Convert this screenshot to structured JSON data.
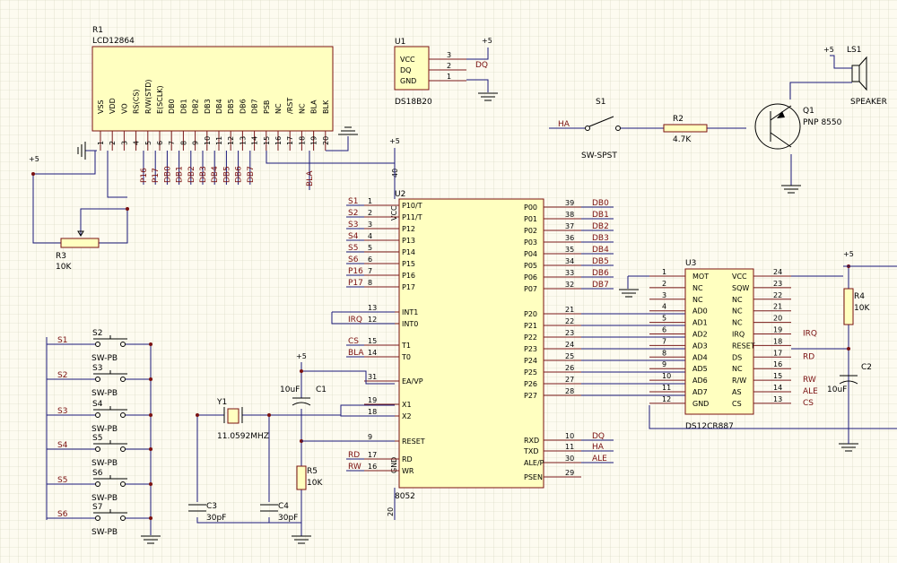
{
  "r1": {
    "ref": "R1",
    "part": "LCD12864",
    "pins": [
      "VSS",
      "VDD",
      "VO",
      "RS(CS)",
      "R/W(STD)",
      "E(SCLK)",
      "DB0",
      "DB1",
      "DB2",
      "DB3",
      "DB4",
      "DB5",
      "DB6",
      "DB7",
      "PSB",
      "NC",
      "/RST",
      "NC",
      "BLA",
      "BLK"
    ],
    "nums": [
      "1",
      "2",
      "3",
      "4",
      "5",
      "6",
      "7",
      "8",
      "9",
      "10",
      "11",
      "12",
      "13",
      "14",
      "15",
      "16",
      "17",
      "18",
      "19",
      "20"
    ],
    "nets": [
      "P16",
      "P17",
      "DB0",
      "DB1",
      "DB2",
      "DB3",
      "DB4",
      "DB5",
      "DB6",
      "DB7"
    ],
    "bla": "BLA"
  },
  "u1": {
    "ref": "U1",
    "part": "DS18B20",
    "pins": [
      "VCC",
      "DQ",
      "GND"
    ],
    "nums": [
      "3",
      "2",
      "1"
    ],
    "net": "DQ"
  },
  "s1": {
    "ref": "S1",
    "part": "SW-SPST",
    "net": "HA"
  },
  "r2": {
    "ref": "R2",
    "val": "4.7K"
  },
  "q1": {
    "ref": "Q1",
    "part": "PNP 8550"
  },
  "ls1": {
    "ref": "LS1",
    "part": "SPEAKER"
  },
  "pwr": "+5",
  "r3": {
    "ref": "R3",
    "val": "10K"
  },
  "u2": {
    "ref": "U2",
    "part": "8052",
    "left_pins": [
      {
        "num": "1",
        "name": "P10/T",
        "net": "S1"
      },
      {
        "num": "2",
        "name": "P11/T",
        "net": "S2"
      },
      {
        "num": "3",
        "name": "P12",
        "net": "S3"
      },
      {
        "num": "4",
        "name": "P13",
        "net": "S4"
      },
      {
        "num": "5",
        "name": "P14",
        "net": "S5"
      },
      {
        "num": "6",
        "name": "P15",
        "net": "S6"
      },
      {
        "num": "7",
        "name": "P16",
        "net": "P16"
      },
      {
        "num": "8",
        "name": "P17",
        "net": "P17"
      },
      {
        "num": "13",
        "name": "INT1",
        "net": ""
      },
      {
        "num": "12",
        "name": "INT0",
        "net": "IRQ"
      },
      {
        "num": "15",
        "name": "T1",
        "net": "CS"
      },
      {
        "num": "14",
        "name": "T0",
        "net": "BLA"
      },
      {
        "num": "31",
        "name": "EA/VP",
        "net": ""
      },
      {
        "num": "19",
        "name": "X1",
        "net": ""
      },
      {
        "num": "18",
        "name": "X2",
        "net": ""
      },
      {
        "num": "9",
        "name": "RESET",
        "net": ""
      },
      {
        "num": "17",
        "name": "RD",
        "net": "RD"
      },
      {
        "num": "16",
        "name": "WR",
        "net": "RW"
      }
    ],
    "right_pins": [
      {
        "num": "39",
        "name": "P00",
        "net": "DB0"
      },
      {
        "num": "38",
        "name": "P01",
        "net": "DB1"
      },
      {
        "num": "37",
        "name": "P02",
        "net": "DB2"
      },
      {
        "num": "36",
        "name": "P03",
        "net": "DB3"
      },
      {
        "num": "35",
        "name": "P04",
        "net": "DB4"
      },
      {
        "num": "34",
        "name": "P05",
        "net": "DB5"
      },
      {
        "num": "33",
        "name": "P06",
        "net": "DB6"
      },
      {
        "num": "32",
        "name": "P07",
        "net": "DB7"
      },
      {
        "num": "21",
        "name": "P20",
        "net": ""
      },
      {
        "num": "22",
        "name": "P21",
        "net": ""
      },
      {
        "num": "23",
        "name": "P22",
        "net": ""
      },
      {
        "num": "24",
        "name": "P23",
        "net": ""
      },
      {
        "num": "25",
        "name": "P24",
        "net": ""
      },
      {
        "num": "26",
        "name": "P25",
        "net": ""
      },
      {
        "num": "27",
        "name": "P26",
        "net": ""
      },
      {
        "num": "28",
        "name": "P27",
        "net": ""
      },
      {
        "num": "10",
        "name": "RXD",
        "net": "DQ"
      },
      {
        "num": "11",
        "name": "TXD",
        "net": "HA"
      },
      {
        "num": "30",
        "name": "ALE/P",
        "net": "ALE"
      },
      {
        "num": "29",
        "name": "PSEN",
        "net": ""
      }
    ],
    "vcc": "VCC",
    "vcc_num": "40",
    "gnd": "GND",
    "gnd_num": "20"
  },
  "u3": {
    "ref": "U3",
    "part": "DS12CR887",
    "left_pins": [
      {
        "num": "1",
        "name": "MOT"
      },
      {
        "num": "2",
        "name": "NC"
      },
      {
        "num": "3",
        "name": "NC"
      },
      {
        "num": "4",
        "name": "AD0"
      },
      {
        "num": "5",
        "name": "AD1"
      },
      {
        "num": "6",
        "name": "AD2"
      },
      {
        "num": "7",
        "name": "AD3"
      },
      {
        "num": "8",
        "name": "AD4"
      },
      {
        "num": "9",
        "name": "AD5"
      },
      {
        "num": "10",
        "name": "AD6"
      },
      {
        "num": "11",
        "name": "AD7"
      },
      {
        "num": "12",
        "name": "GND"
      }
    ],
    "right_pins": [
      {
        "num": "24",
        "name": "VCC",
        "net": ""
      },
      {
        "num": "23",
        "name": "SQW",
        "net": ""
      },
      {
        "num": "22",
        "name": "NC",
        "net": ""
      },
      {
        "num": "21",
        "name": "NC",
        "net": ""
      },
      {
        "num": "20",
        "name": "NC",
        "net": ""
      },
      {
        "num": "19",
        "name": "IRQ",
        "net": "IRQ"
      },
      {
        "num": "18",
        "name": "RESET",
        "net": ""
      },
      {
        "num": "17",
        "name": "DS",
        "net": "RD"
      },
      {
        "num": "16",
        "name": "NC",
        "net": ""
      },
      {
        "num": "15",
        "name": "R/W",
        "net": "RW"
      },
      {
        "num": "14",
        "name": "AS",
        "net": "ALE"
      },
      {
        "num": "13",
        "name": "CS",
        "net": "CS"
      }
    ]
  },
  "r4": {
    "ref": "R4",
    "val": "10K"
  },
  "c2": {
    "ref": "C2",
    "val": "10uF"
  },
  "c1": {
    "ref": "C1",
    "val": "10uF"
  },
  "r5": {
    "ref": "R5",
    "val": "10K"
  },
  "y1": {
    "ref": "Y1",
    "val": "11.0592MHZ"
  },
  "c3": {
    "ref": "C3",
    "val": "30pF"
  },
  "c4": {
    "ref": "C4",
    "val": "30pF"
  },
  "switches": [
    {
      "ref": "S2",
      "part": "SW-PB",
      "net": "S1"
    },
    {
      "ref": "S3",
      "part": "SW-PB",
      "net": "S2"
    },
    {
      "ref": "S4",
      "part": "SW-PB",
      "net": "S3"
    },
    {
      "ref": "S5",
      "part": "SW-PB",
      "net": "S4"
    },
    {
      "ref": "S6",
      "part": "SW-PB",
      "net": "S5"
    },
    {
      "ref": "S7",
      "part": "SW-PB",
      "net": "S6"
    }
  ]
}
